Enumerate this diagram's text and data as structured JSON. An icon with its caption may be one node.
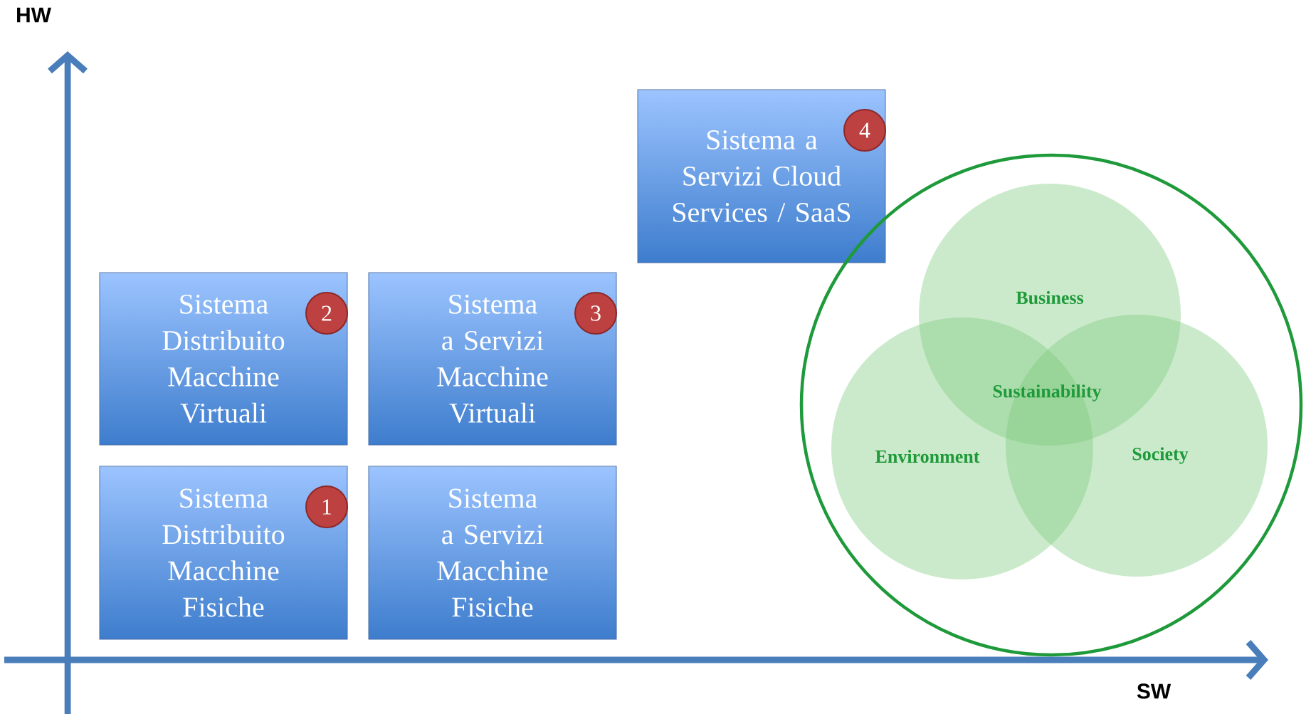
{
  "diagram": {
    "nodes": [
      {
        "text": [
          "Sistema a Servizi Cloud Services / SaaS",
          "4"
        ]
      },
      {
        "text": [
          "Sistema Distribuito Macchine Virtuali",
          "2"
        ]
      },
      {
        "text": [
          "Sistema a Servizi Macchine Virtuali",
          "3"
        ]
      },
      {
        "text": [
          "Sistema Distribuito Macchine Fisiche",
          "1"
        ]
      },
      {
        "text": [
          "Sistema a Servizi Macchine Fisiche"
        ]
      },
      {
        "text": [],
        "shape": "circle"
      },
      {
        "text": [
          "Business"
        ],
        "in": 5
      },
      {
        "text": [
          "Environment"
        ],
        "in": 5
      },
      {
        "text": [
          "Society"
        ],
        "in": 5
      }
    ],
    "edges": [],
    "labels": [
      "HW",
      "Sustainability",
      "SW"
    ]
  }
}
